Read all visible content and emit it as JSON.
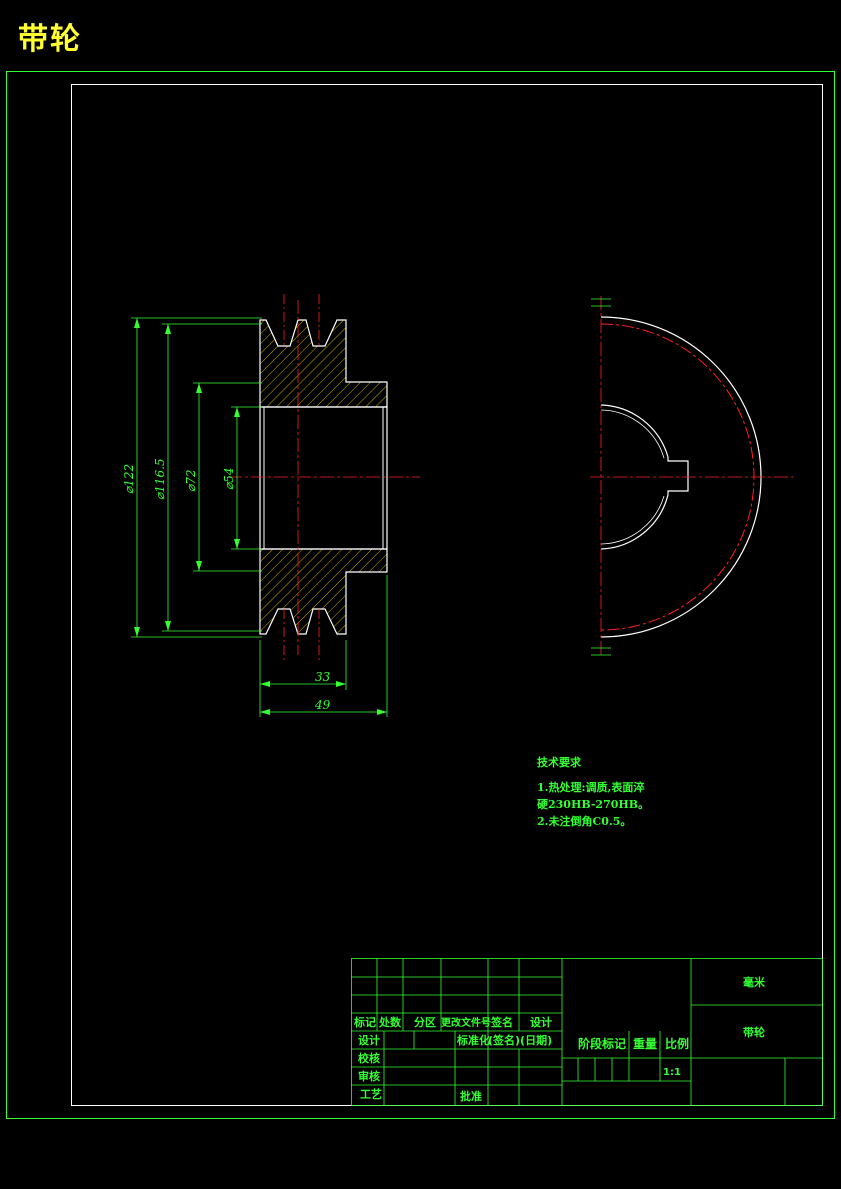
{
  "title": "带轮",
  "dimensions": {
    "d122": "⌀122",
    "d116_5": "⌀116.5",
    "d72": "⌀72",
    "d54": "⌀54",
    "w33": "33",
    "w49": "49"
  },
  "notes": {
    "heading": "技术要求",
    "line1": "1.热处理:调质,表面淬",
    "line2": "硬230HB-270HB。",
    "line3": "2.未注倒角C0.5。"
  },
  "title_block": {
    "col_biaoji": "标记",
    "col_chushu": "处数",
    "col_fenqu": "分区",
    "col_gengai": "更改文件号",
    "col_qianming": "签名",
    "col_sheji": "设计",
    "row_sheji": "设计",
    "row_biaozhunhua": "标准化",
    "row_qianming_date": "(签名)(日期)",
    "row_jiaohe": "校核",
    "row_shenhe": "审核",
    "row_gongyi": "工艺",
    "row_pizhun": "批准",
    "stage_mark": "阶段标记",
    "weight": "重量",
    "scale_label": "比例",
    "scale_value": "1:1",
    "unit": "毫米",
    "part_name": "带轮"
  },
  "colors": {
    "frame": "#33ff33",
    "outline": "#ffffff",
    "centerline": "#ff2020",
    "dimension": "#33ff33",
    "title": "#ffff33"
  }
}
